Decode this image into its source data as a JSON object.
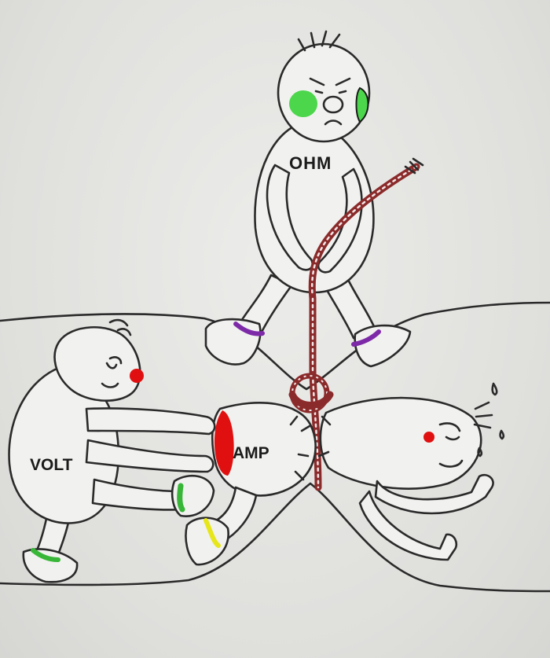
{
  "labels": {
    "ohm": "OHM",
    "volt": "VOLT",
    "amp": "AMP"
  },
  "colors": {
    "cheek_green": "#4cd64c",
    "nose_red": "#e01010",
    "amp_red": "#e01010",
    "ankle_purple": "#7d2aa8",
    "ankle_green": "#37b637",
    "ankle_yellow": "#e6e61a",
    "rope": "#8b2a2a"
  }
}
